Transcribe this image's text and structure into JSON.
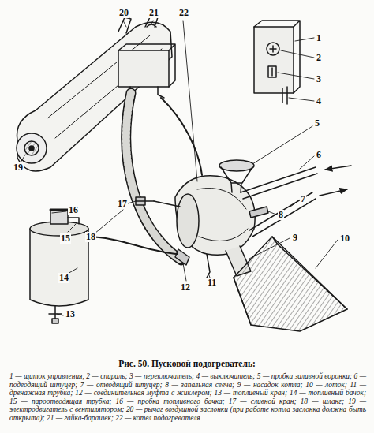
{
  "diagram": {
    "caption": "Рис. 50. Пусковой подогреватель:",
    "labels": [
      "1",
      "2",
      "3",
      "4",
      "5",
      "6",
      "7",
      "8",
      "9",
      "10",
      "11",
      "12",
      "13",
      "14",
      "15",
      "16",
      "17",
      "18",
      "19",
      "20",
      "21",
      "22",
      "1 — щиток управления,",
      "2 — спираль;",
      "3 — переключатель;",
      "4 — выключатель;",
      "5 — пробка заливной воронки;",
      "6 — подводящий штуцер;",
      "7 — отводящий штуцер;",
      "8 — запальная свеча;",
      "9 — насадок котла;",
      "10 — лоток;",
      "11 — дренажная трубка;",
      "12 — соединительная муфта с жиклером;",
      "13 — топливный кран;",
      "14 — топливный бачок;",
      "15 — пароотводящая трубка;",
      "16 — пробка топливного бачка;",
      "17 — сливной кран;",
      "18 — шланг;",
      "19 — электродвигатель с вентилятором;",
      "20 — рычаг воздушной заслонки (при работе котла заслонка должна быть открыта);",
      "21 — гайка-барашек;",
      "22 — котел подогревателя"
    ]
  }
}
